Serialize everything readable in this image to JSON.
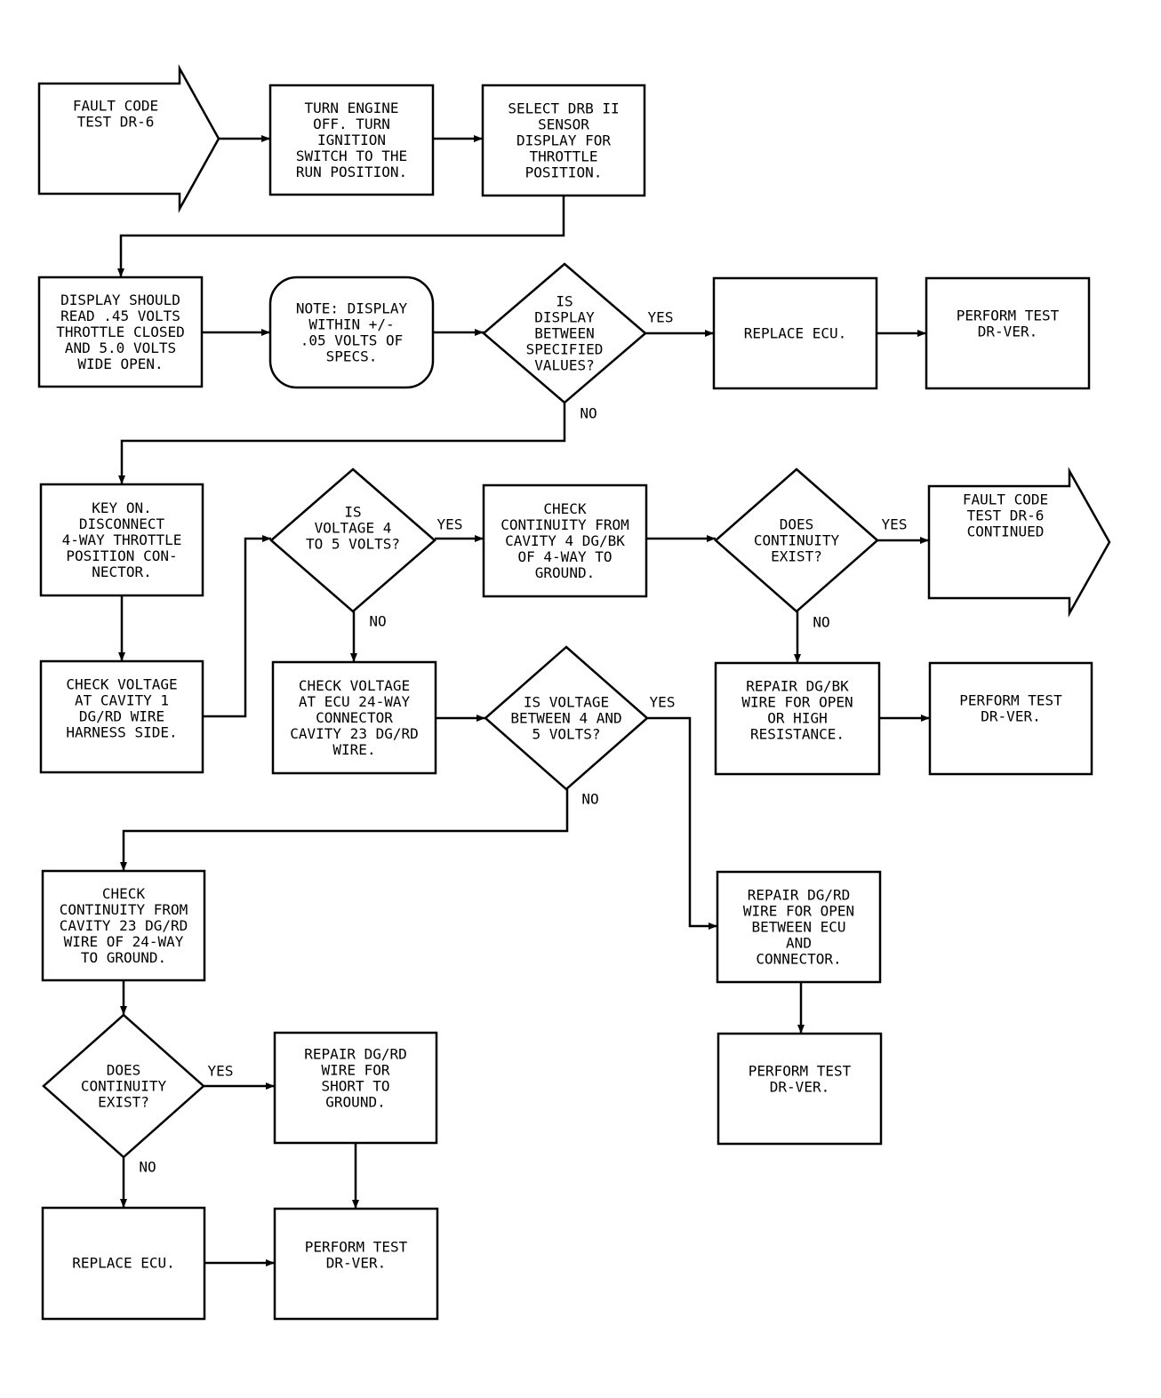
{
  "nodes": {
    "start": [
      "FAULT CODE",
      "TEST DR-6"
    ],
    "turn_off": [
      "TURN ENGINE",
      "OFF. TURN",
      "IGNITION",
      "SWITCH TO THE",
      "RUN POSITION."
    ],
    "select_drb": [
      "SELECT DRB II",
      "SENSOR",
      "DISPLAY FOR",
      "THROTTLE",
      "POSITION."
    ],
    "display_should": [
      "DISPLAY SHOULD",
      "READ .45 VOLTS",
      "THROTTLE CLOSED",
      "AND 5.0 VOLTS",
      "WIDE OPEN."
    ],
    "note": [
      "NOTE: DISPLAY",
      "WITHIN +/-",
      ".05 VOLTS OF",
      "SPECS."
    ],
    "is_display": [
      "IS",
      "DISPLAY",
      "BETWEEN",
      "SPECIFIED",
      "VALUES?"
    ],
    "replace_ecu_1": [
      "REPLACE ECU."
    ],
    "perform_1": [
      "PERFORM TEST",
      "DR-VER."
    ],
    "key_on": [
      "KEY ON.",
      "DISCONNECT",
      "4-WAY THROTTLE",
      "POSITION CON-",
      "NECTOR."
    ],
    "is_voltage_4": [
      "IS",
      "VOLTAGE 4",
      "TO 5 VOLTS?"
    ],
    "check_cont_cav4": [
      "CHECK",
      "CONTINUITY FROM",
      "CAVITY 4 DG/BK",
      "OF 4-WAY TO",
      "GROUND."
    ],
    "does_cont_1": [
      "DOES",
      "CONTINUITY",
      "EXIST?"
    ],
    "continued": [
      "FAULT CODE",
      "TEST DR-6",
      "CONTINUED"
    ],
    "check_volt_cav1": [
      "CHECK VOLTAGE",
      "AT CAVITY 1",
      "DG/RD WIRE",
      "HARNESS SIDE."
    ],
    "check_volt_ecu": [
      "CHECK VOLTAGE",
      "AT ECU 24-WAY",
      "CONNECTOR",
      "CAVITY 23 DG/RD",
      "WIRE."
    ],
    "is_voltage_between": [
      "IS VOLTAGE",
      "BETWEEN 4 AND",
      "5 VOLTS?"
    ],
    "repair_dgbk": [
      "REPAIR DG/BK",
      "WIRE FOR OPEN",
      "OR HIGH",
      "RESISTANCE."
    ],
    "perform_2": [
      "PERFORM TEST",
      "DR-VER."
    ],
    "check_cont_cav23": [
      "CHECK",
      "CONTINUITY FROM",
      "CAVITY 23 DG/RD",
      "WIRE OF 24-WAY",
      "TO GROUND."
    ],
    "repair_dgrd_open": [
      "REPAIR DG/RD",
      "WIRE FOR OPEN",
      "BETWEEN ECU",
      "AND",
      "CONNECTOR."
    ],
    "does_cont_2": [
      "DOES",
      "CONTINUITY",
      "EXIST?"
    ],
    "repair_dgrd_short": [
      "REPAIR DG/RD",
      "WIRE FOR",
      "SHORT TO",
      "GROUND."
    ],
    "perform_3": [
      "PERFORM TEST",
      "DR-VER."
    ],
    "replace_ecu_2": [
      "REPLACE ECU."
    ],
    "perform_4": [
      "PERFORM TEST",
      "DR-VER."
    ]
  },
  "edge_labels": {
    "yes": "YES",
    "no": "NO"
  }
}
